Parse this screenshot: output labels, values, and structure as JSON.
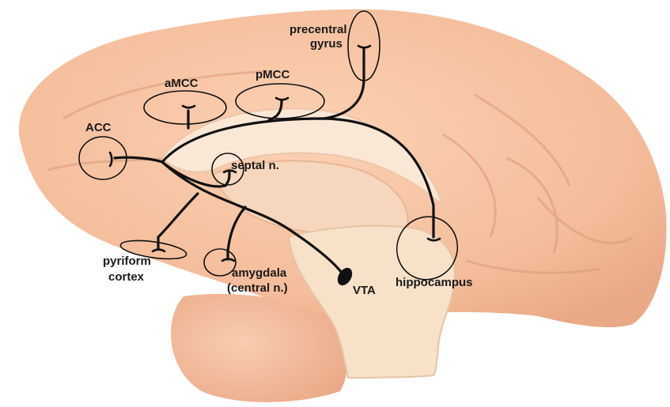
{
  "colors": {
    "tissue": "#f5c19f",
    "tissue_shade": "#e9a986",
    "tissue_light": "#fbdcc6",
    "white_matter": "#fbe7d6",
    "brainstem": "#f7e1c9",
    "line": "#111111",
    "background": "#ffffff"
  },
  "labels": {
    "precentral": "precentral",
    "gyrus": "gyrus",
    "pmcc": "pMCC",
    "amcc": "aMCC",
    "acc": "ACC",
    "septal": "septal n.",
    "pyriform": "pyriform",
    "cortex": "cortex",
    "amygdala": "amygdala",
    "central": "(central n.)",
    "vta": "VTA",
    "hippocampus": "hippocampus"
  },
  "icons": {
    "synapse": "synapse-terminal-icon",
    "source": "vta-source-icon"
  }
}
